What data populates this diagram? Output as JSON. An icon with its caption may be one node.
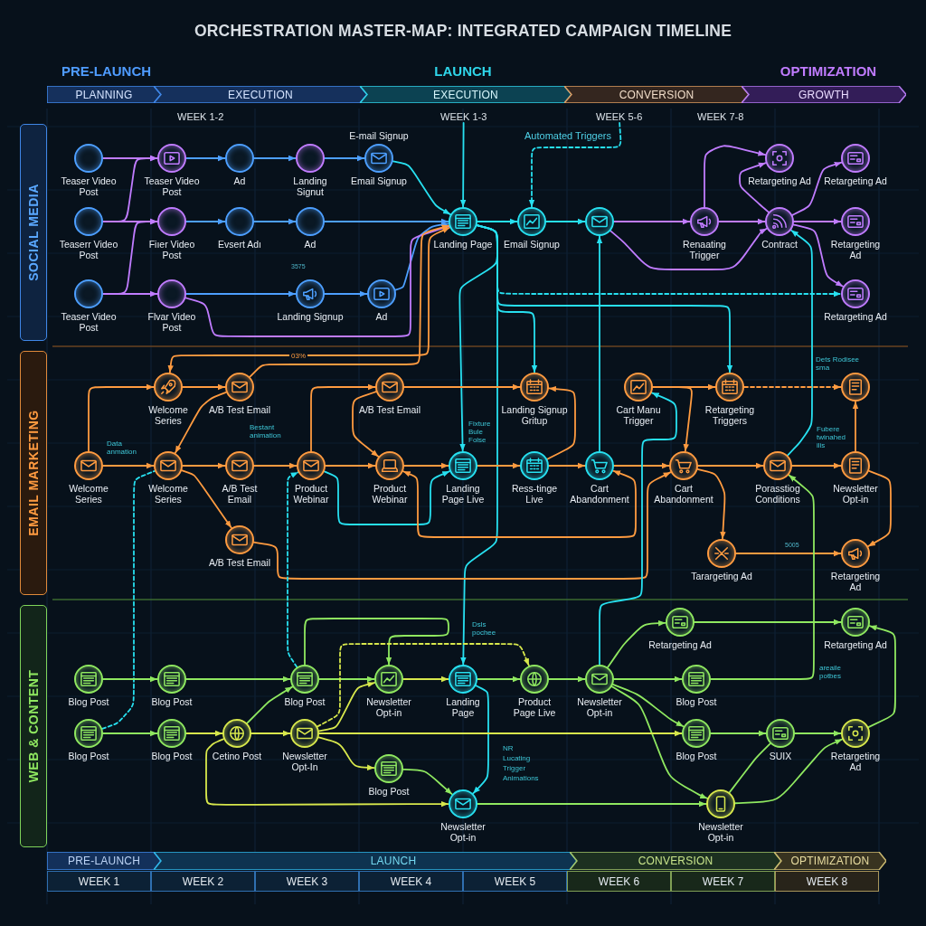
{
  "diagram": {
    "title": "ORCHESTRATION MASTER-MAP: INTEGRATED CAMPAIGN TIMELINE",
    "nodes": [
      {
        "text": [
          "PLANNING"
        ]
      },
      {
        "text": [
          "EXECUTION"
        ]
      },
      {
        "text": [
          "EXECUTION"
        ]
      },
      {
        "text": [
          "CONVERSION"
        ]
      },
      {
        "text": [
          "GROWTH"
        ]
      },
      {
        "text": [
          "SOCIAL MEDIA"
        ]
      },
      {
        "text": [
          "Teaser Video Post"
        ]
      },
      {
        "text": [
          "Teaser Video Post"
        ]
      },
      {
        "text": [
          "Ad"
        ]
      },
      {
        "text": [
          "Landing Signut"
        ]
      },
      {
        "text": [
          "Email Signup"
        ],
        "beside": [
          "E-mail Signup"
        ]
      },
      {
        "text": [
          "Teaserr Video Post"
        ]
      },
      {
        "text": [
          "Fiıer Video Post"
        ]
      },
      {
        "text": [
          "Evsert Adı"
        ]
      },
      {
        "text": [
          "Ad"
        ]
      },
      {
        "text": [
          "Teaser Video Post"
        ]
      },
      {
        "text": [
          "Flvar Video Post"
        ]
      },
      {
        "text": [
          "Landing Signup"
        ]
      },
      {
        "text": [
          "Ad"
        ]
      },
      {
        "text": [
          "Landing Page"
        ]
      },
      {
        "text": [
          "Email Signup"
        ]
      },
      {
        "text": [],
        "shape": "circle"
      },
      {
        "text": [
          "Renaating Trigger"
        ]
      },
      {
        "text": [
          "Retargeting Ad"
        ]
      },
      {
        "text": [
          "Contract"
        ]
      },
      {
        "text": [
          "Retargeting Ad"
        ]
      },
      {
        "text": [
          "Retargeting Ad"
        ]
      },
      {
        "text": [
          "Retargeting Ad"
        ]
      },
      {
        "text": [
          "EMAIL MARKETING"
        ]
      },
      {
        "text": [
          "Welcome Series"
        ]
      },
      {
        "text": [
          "A/B Test Email"
        ]
      },
      {
        "text": [
          "A/B Test Email"
        ]
      },
      {
        "text": [
          "Landing Signup Gritup"
        ]
      },
      {
        "text": [
          "Cart Manu Trigger"
        ]
      },
      {
        "text": [
          "Retargeting Triggers"
        ]
      },
      {
        "text": [],
        "shape": "circle"
      },
      {
        "text": [
          "Welcome Series"
        ]
      },
      {
        "text": [
          "Welcome Series"
        ]
      },
      {
        "text": [
          "A/B Test Email"
        ]
      },
      {
        "text": [
          "Product Webinar"
        ]
      },
      {
        "text": [
          "Product Webinar"
        ]
      },
      {
        "text": [
          "Landing Page Live"
        ]
      },
      {
        "text": [
          "Ress-tinge Live"
        ]
      },
      {
        "text": [
          "Cart Abandonment"
        ]
      },
      {
        "text": [
          "Cart Abandonment"
        ]
      },
      {
        "text": [
          "Porasstiog Conditions"
        ]
      },
      {
        "text": [
          "Newsletter Opt-in"
        ]
      },
      {
        "text": [
          "A/B Test Email"
        ]
      },
      {
        "text": [
          "Tarargeting Ad"
        ]
      },
      {
        "text": [
          "Retargeting Ad"
        ]
      },
      {
        "text": [
          "WEB & CONTENT"
        ]
      },
      {
        "text": [
          "Blog Post"
        ]
      },
      {
        "text": [
          "Blog Post"
        ]
      },
      {
        "text": [
          "Blog Post"
        ]
      },
      {
        "text": [
          "Newsletter Opt-in"
        ]
      },
      {
        "text": [
          "Landing Page"
        ]
      },
      {
        "text": [
          "Product Page Live"
        ]
      },
      {
        "text": [
          "Newsletter Opt-in"
        ]
      },
      {
        "text": [
          "Retargeting Ad"
        ]
      },
      {
        "text": [
          "Blog Post"
        ]
      },
      {
        "text": [
          "Retargeting Ad"
        ]
      },
      {
        "text": [
          "Blog Post"
        ]
      },
      {
        "text": [
          "Blog Post"
        ]
      },
      {
        "text": [
          "Cetino Post"
        ]
      },
      {
        "text": [
          "Newsletter Opt-In"
        ]
      },
      {
        "text": [
          "Blog Post"
        ]
      },
      {
        "text": [
          "SUIX"
        ]
      },
      {
        "text": [
          "Retargeting Ad"
        ]
      },
      {
        "text": [
          "Blog Post"
        ]
      },
      {
        "text": [
          "Newsletter Opt-in"
        ]
      },
      {
        "text": [
          "Newsletter Opt-in"
        ]
      },
      {
        "text": [
          "PRE-LAUNCH"
        ]
      },
      {
        "text": [
          "LAUNCH"
        ]
      },
      {
        "text": [
          "CONVERSION"
        ]
      },
      {
        "text": [
          "OPTIMIZATION"
        ]
      },
      {
        "text": [
          "WEEK 1"
        ]
      },
      {
        "text": [
          "WEEK 2"
        ]
      },
      {
        "text": [
          "WEEK 3"
        ]
      },
      {
        "text": [
          "WEEK 4"
        ]
      },
      {
        "text": [
          "WEEK 5"
        ]
      },
      {
        "text": [
          "WEEK 6"
        ]
      },
      {
        "text": [
          "WEEK 7"
        ]
      },
      {
        "text": [
          "WEEK 8"
        ]
      },
      {
        "text": [
          "WEEK 1-3"
        ]
      },
      {
        "text": [
          "WEEK 5-6"
        ]
      }
    ],
    "edges": [
      {
        "from": 6,
        "to": 7,
        "arrow": "to",
        "color": "#c07cff"
      },
      {
        "from": 7,
        "to": 8,
        "arrow": "to",
        "color": "#4d9fff"
      },
      {
        "from": 8,
        "to": 9,
        "arrow": "to",
        "color": "#4d9fff"
      },
      {
        "from": 9,
        "to": 10,
        "arrow": "to",
        "color": "#4d9fff"
      },
      {
        "from": 10,
        "to": 19,
        "arrow": "to",
        "color": "#27e0f0"
      },
      {
        "from": 11,
        "to": 7,
        "arrow": "to",
        "color": "#c07cff"
      },
      {
        "from": 11,
        "to": 12,
        "arrow": "to",
        "color": "#c07cff"
      },
      {
        "from": 12,
        "to": 13,
        "arrow": "to",
        "color": "#4d9fff"
      },
      {
        "from": 13,
        "to": 14,
        "arrow": "to",
        "color": "#4d9fff"
      },
      {
        "from": 14,
        "to": 19,
        "arrow": "to",
        "color": "#4d9fff"
      },
      {
        "from": 15,
        "to": 12,
        "arrow": "to",
        "color": "#c07cff"
      },
      {
        "from": 15,
        "to": 16,
        "arrow": "to",
        "color": "#c07cff"
      },
      {
        "from": 16,
        "to": 17,
        "arrow": "to",
        "color": "#4d9fff"
      },
      {
        "from": 17,
        "to": 18,
        "arrow": "to",
        "color": "#4d9fff"
      },
      {
        "from": 18,
        "to": 19,
        "arrow": "to",
        "color": "#4d9fff"
      },
      {
        "from": 16,
        "to": 19,
        "arrow": "to",
        "color": "#c07cff"
      },
      {
        "from": 83,
        "to": 19,
        "arrow": "to",
        "color": "#27e0f0"
      },
      {
        "from": 19,
        "to": 20,
        "arrow": "to",
        "color": "#27e0f0"
      },
      {
        "from": 20,
        "to": 21,
        "arrow": "to",
        "color": "#27e0f0"
      },
      {
        "from": 21,
        "to": 22,
        "arrow": "to",
        "color": "#c07cff"
      },
      {
        "from": 22,
        "to": 24,
        "arrow": "to",
        "color": "#c07cff"
      },
      {
        "from": 22,
        "to": 23,
        "arrow": "to",
        "color": "#c07cff"
      },
      {
        "from": 21,
        "to": 24,
        "arrow": "to",
        "color": "#c07cff"
      },
      {
        "from": 24,
        "to": 23,
        "arrow": "to",
        "color": "#c07cff"
      },
      {
        "from": 24,
        "to": 25,
        "arrow": "to",
        "color": "#c07cff"
      },
      {
        "from": 24,
        "to": 26,
        "arrow": "to",
        "color": "#c07cff"
      },
      {
        "from": 24,
        "to": 27,
        "arrow": "to",
        "color": "#c07cff"
      },
      {
        "from": 19,
        "to": 27,
        "arrow": "to",
        "style": "dashed",
        "color": "#27e0f0"
      },
      {
        "from": 84,
        "to": 20,
        "arrow": "to",
        "style": "dashed",
        "color": "#27e0f0"
      },
      {
        "from": 19,
        "to": 41,
        "arrow": "to",
        "color": "#27e0f0"
      },
      {
        "from": 19,
        "to": 32,
        "arrow": "to",
        "color": "#27e0f0"
      },
      {
        "from": 19,
        "to": 34,
        "arrow": "to",
        "color": "#27e0f0"
      },
      {
        "from": 19,
        "to": 55,
        "arrow": "to",
        "color": "#27e0f0"
      },
      {
        "from": 43,
        "to": 21,
        "arrow": "to",
        "color": "#27e0f0"
      },
      {
        "from": 45,
        "to": 24,
        "arrow": "to",
        "color": "#27e0f0"
      },
      {
        "from": 30,
        "to": 19,
        "arrow": "to"
      },
      {
        "from": 19,
        "to": 29,
        "arrow": "both",
        "label": "03%"
      },
      {
        "from": 36,
        "to": 29,
        "arrow": "to"
      },
      {
        "from": 36,
        "to": 37,
        "arrow": "to"
      },
      {
        "from": 29,
        "to": 30,
        "arrow": "to"
      },
      {
        "from": 30,
        "to": 37,
        "arrow": "to"
      },
      {
        "from": 37,
        "to": 38,
        "arrow": "to"
      },
      {
        "from": 37,
        "to": 47,
        "arrow": "to"
      },
      {
        "from": 38,
        "to": 39,
        "arrow": "to"
      },
      {
        "from": 39,
        "to": 31,
        "arrow": "to"
      },
      {
        "from": 31,
        "to": 40,
        "arrow": "to"
      },
      {
        "from": 39,
        "to": 40,
        "arrow": "to"
      },
      {
        "from": 40,
        "to": 41,
        "arrow": "to"
      },
      {
        "from": 31,
        "to": 32,
        "arrow": "to"
      },
      {
        "from": 41,
        "to": 42,
        "arrow": "to"
      },
      {
        "from": 42,
        "to": 32,
        "arrow": "to"
      },
      {
        "from": 42,
        "to": 43,
        "arrow": "to"
      },
      {
        "from": 43,
        "to": 44,
        "arrow": "to"
      },
      {
        "from": 33,
        "to": 44,
        "arrow": "to"
      },
      {
        "from": 33,
        "to": 34,
        "arrow": "to"
      },
      {
        "from": 44,
        "to": 45,
        "arrow": "to"
      },
      {
        "from": 44,
        "to": 48,
        "arrow": "to"
      },
      {
        "from": 45,
        "to": 46,
        "arrow": "to"
      },
      {
        "from": 46,
        "to": 35,
        "arrow": "to"
      },
      {
        "from": 34,
        "to": 35,
        "arrow": "to",
        "style": "dashed"
      },
      {
        "from": 46,
        "to": 49,
        "arrow": "to"
      },
      {
        "from": 48,
        "to": 49,
        "arrow": "to"
      },
      {
        "from": 47,
        "to": 44,
        "arrow": "to"
      },
      {
        "from": 39,
        "to": 41,
        "arrow": "to",
        "color": "#27e0f0"
      },
      {
        "from": 40,
        "to": 43,
        "arrow": "both"
      },
      {
        "from": 57,
        "to": 33,
        "arrow": "to",
        "color": "#27e0f0"
      },
      {
        "from": 61,
        "to": 37,
        "arrow": "none",
        "style": "dashed",
        "color": "#27e0f0"
      },
      {
        "from": 53,
        "to": 39,
        "arrow": "to",
        "style": "dashed",
        "color": "#27e0f0"
      },
      {
        "from": 51,
        "to": 52,
        "arrow": "to",
        "color": "#8fe860"
      },
      {
        "from": 52,
        "to": 53,
        "arrow": "to",
        "color": "#8fe860"
      },
      {
        "from": 53,
        "to": 54,
        "arrow": "to",
        "color": "#8fe860"
      },
      {
        "from": 54,
        "to": 55,
        "arrow": "to",
        "color": "#d8e84c"
      },
      {
        "from": 55,
        "to": 56,
        "arrow": "to",
        "color": "#8fe860"
      },
      {
        "from": 56,
        "to": 57,
        "arrow": "to",
        "color": "#8fe860"
      },
      {
        "from": 57,
        "to": 58,
        "arrow": "to",
        "color": "#8fe860"
      },
      {
        "from": 57,
        "to": 59,
        "arrow": "to",
        "color": "#8fe860"
      },
      {
        "from": 57,
        "to": 65,
        "arrow": "to",
        "color": "#8fe860"
      },
      {
        "from": 57,
        "to": 70,
        "arrow": "to",
        "color": "#8fe860"
      },
      {
        "from": 58,
        "to": 60,
        "arrow": "to",
        "color": "#8fe860"
      },
      {
        "from": 59,
        "to": 45,
        "arrow": "to",
        "color": "#8fe860"
      },
      {
        "from": 61,
        "to": 62,
        "arrow": "to",
        "color": "#8fe860"
      },
      {
        "from": 62,
        "to": 63,
        "arrow": "to",
        "color": "#d8e84c"
      },
      {
        "from": 63,
        "to": 53,
        "arrow": "to",
        "color": "#8fe860"
      },
      {
        "from": 63,
        "to": 64,
        "arrow": "to",
        "color": "#d8e84c"
      },
      {
        "from": 63,
        "to": 69,
        "arrow": "to",
        "color": "#d8e84c"
      },
      {
        "from": 64,
        "to": 54,
        "arrow": "to",
        "color": "#d8e84c"
      },
      {
        "from": 64,
        "to": 68,
        "arrow": "to",
        "color": "#d8e84c"
      },
      {
        "from": 68,
        "to": 69,
        "arrow": "to",
        "color": "#8fe860"
      },
      {
        "from": 55,
        "to": 69,
        "arrow": "to",
        "color": "#27e0f0"
      },
      {
        "from": 65,
        "to": 66,
        "arrow": "to",
        "color": "#8fe860"
      },
      {
        "from": 66,
        "to": 67,
        "arrow": "to",
        "color": "#8fe860"
      },
      {
        "from": 70,
        "to": 66,
        "arrow": "none",
        "color": "#8fe860"
      },
      {
        "from": 70,
        "to": 67,
        "arrow": "to",
        "color": "#8fe860"
      },
      {
        "from": 69,
        "to": 70,
        "arrow": "to",
        "color": "#8fe860"
      },
      {
        "from": 67,
        "to": 60,
        "arrow": "to",
        "color": "#8fe860"
      },
      {
        "from": 53,
        "to": 54,
        "arrow": "to",
        "color": "#8fe860"
      },
      {
        "from": 64,
        "to": 56,
        "arrow": "to",
        "style": "dashed",
        "color": "#d8e84c"
      },
      {
        "from": 64,
        "to": 65,
        "arrow": "to",
        "color": "#d8e84c"
      }
    ],
    "labels": [
      "PRE-LAUNCH",
      "LAUNCH",
      "OPTIMIZATION",
      "WEEK 1-2",
      "WEEK 7-8",
      "Automated Triggers",
      "3575",
      "Data anmation",
      "Bestant animation",
      "Fixture Bule Folse",
      "Dets Rodisee sma",
      "Fubere twinahed ilis",
      "Dsls pochee",
      "NR",
      "Lucating",
      "Trigger",
      "Animations",
      "areaile potbes",
      "5005"
    ]
  }
}
